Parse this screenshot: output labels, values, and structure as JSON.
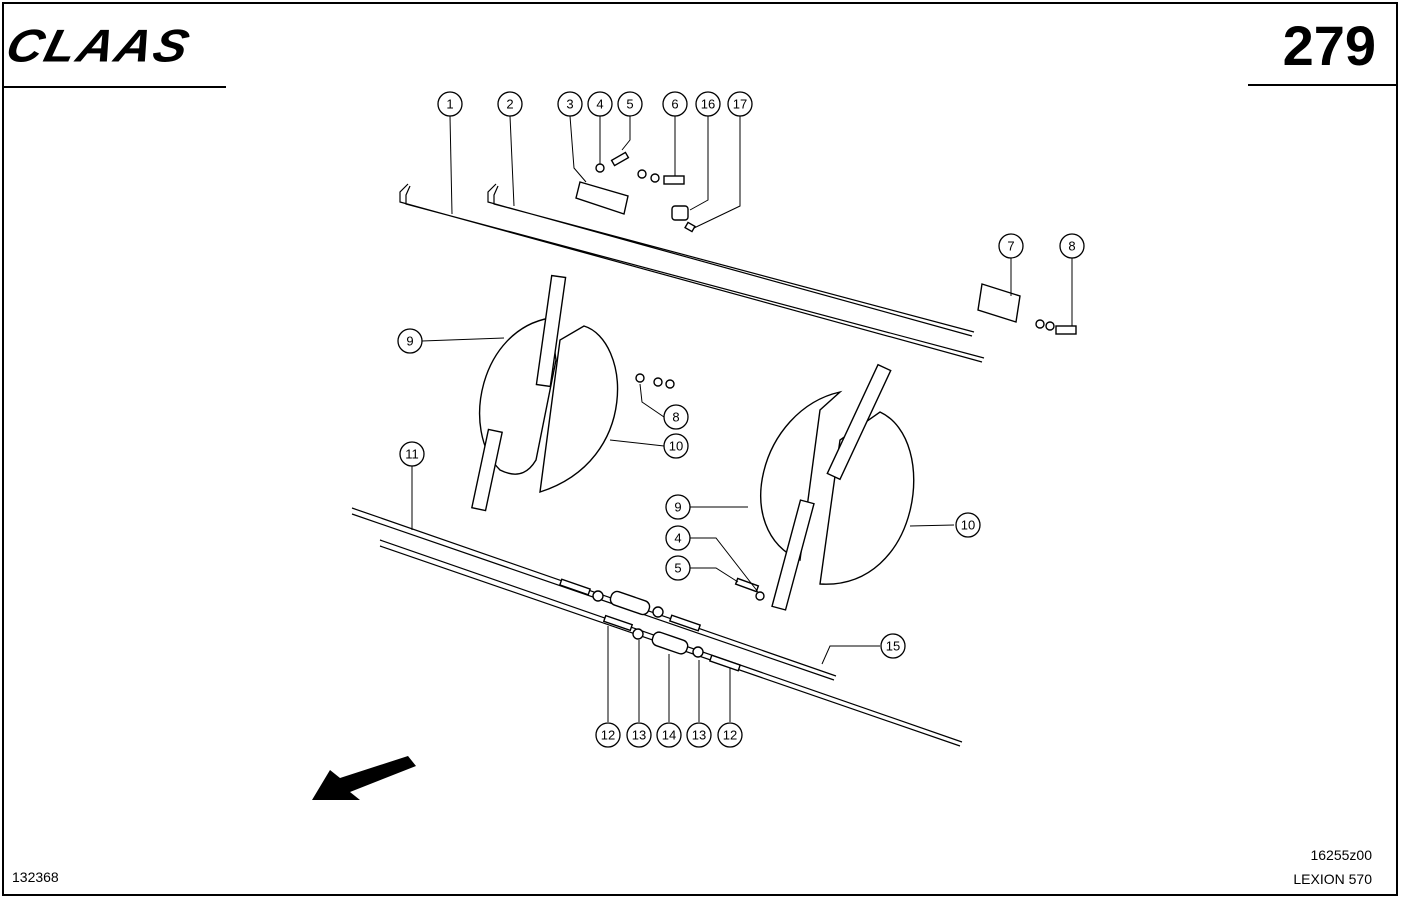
{
  "header": {
    "brand": "CLAAS",
    "page_number": "279"
  },
  "footer": {
    "ref_left": "132368",
    "drawing_no": "16255z00",
    "model": "LEXION 570"
  },
  "callouts": [
    {
      "id": "c1",
      "label": "1"
    },
    {
      "id": "c2",
      "label": "2"
    },
    {
      "id": "c3",
      "label": "3"
    },
    {
      "id": "c4a",
      "label": "4"
    },
    {
      "id": "c5a",
      "label": "5"
    },
    {
      "id": "c6",
      "label": "6"
    },
    {
      "id": "c16",
      "label": "16"
    },
    {
      "id": "c17",
      "label": "17"
    },
    {
      "id": "c7",
      "label": "7"
    },
    {
      "id": "c8a",
      "label": "8"
    },
    {
      "id": "c9a",
      "label": "9"
    },
    {
      "id": "c8b",
      "label": "8"
    },
    {
      "id": "c10a",
      "label": "10"
    },
    {
      "id": "c11",
      "label": "11"
    },
    {
      "id": "c9b",
      "label": "9"
    },
    {
      "id": "c10b",
      "label": "10"
    },
    {
      "id": "c4b",
      "label": "4"
    },
    {
      "id": "c5b",
      "label": "5"
    },
    {
      "id": "c15",
      "label": "15"
    },
    {
      "id": "c12a",
      "label": "12"
    },
    {
      "id": "c13a",
      "label": "13"
    },
    {
      "id": "c14",
      "label": "14"
    },
    {
      "id": "c13b",
      "label": "13"
    },
    {
      "id": "c12b",
      "label": "12"
    }
  ]
}
